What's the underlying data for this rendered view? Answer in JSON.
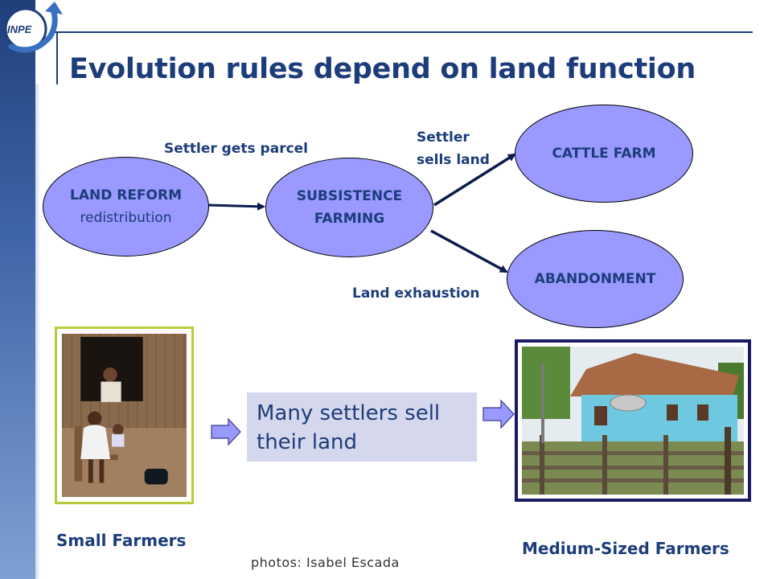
{
  "logo": {
    "text": "INPE"
  },
  "title": "Evolution rules depend on land function",
  "diagram": {
    "nodes": {
      "land_reform": {
        "line1": "LAND REFORM",
        "line2": "redistribution"
      },
      "subsistence": {
        "line1": "SUBSISTENCE",
        "line2": "FARMING"
      },
      "cattle": {
        "line1": "CATTLE FARM"
      },
      "abandonment": {
        "line1": "ABANDONMENT"
      }
    },
    "edges": {
      "gets_parcel": "Settler gets parcel",
      "sells_land_1": "Settler",
      "sells_land_2": "sells land",
      "exhaustion": "Land exhaustion"
    },
    "node_color": "#9999ff",
    "text_color": "#1c3d7a"
  },
  "bottom": {
    "callout": {
      "line1": "Many settlers sell",
      "line2": "their land"
    },
    "small_caption": "Small Farmers",
    "medium_caption": "Medium-Sized Farmers",
    "credit": "photos: Isabel Escada"
  }
}
